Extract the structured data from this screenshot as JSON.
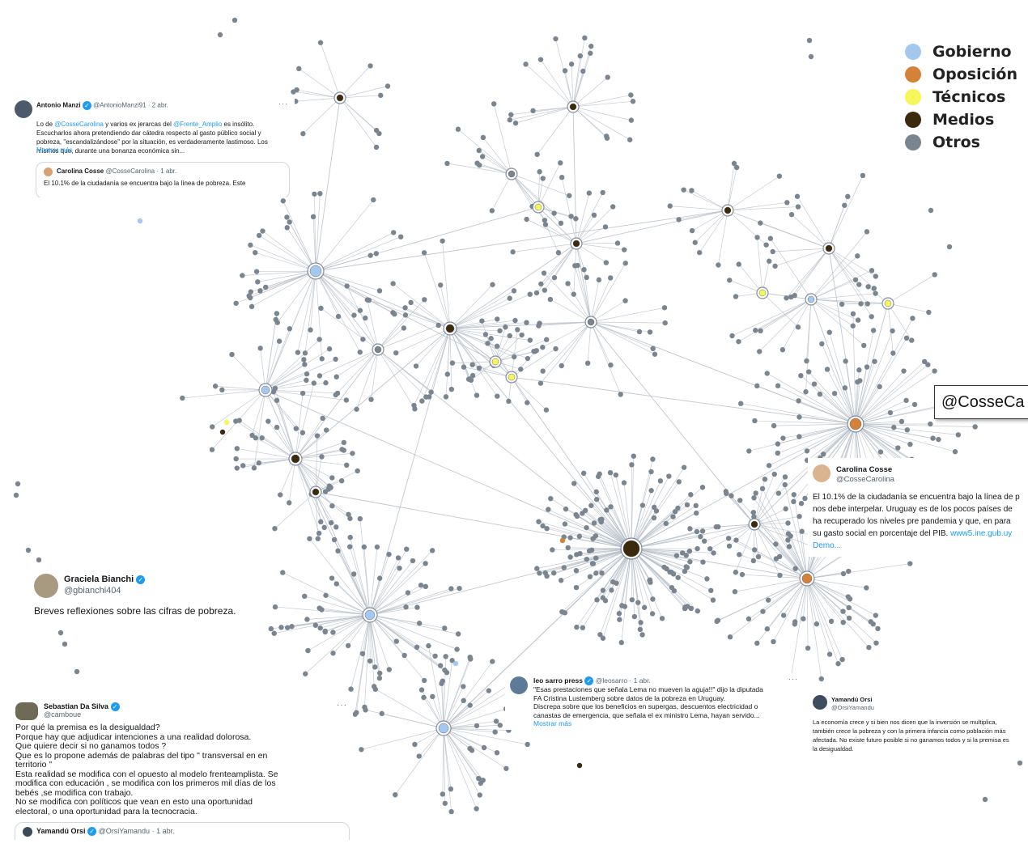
{
  "legend": {
    "items": [
      {
        "label": "Gobierno",
        "color": "#a5c8f0"
      },
      {
        "label": "Oposición",
        "color": "#d4823a"
      },
      {
        "label": "Técnicos",
        "color": "#f7f55a"
      },
      {
        "label": "Medios",
        "color": "#3b2a0c"
      },
      {
        "label": "Otros",
        "color": "#7a8592"
      }
    ]
  },
  "tooltip": {
    "text": "@CosseCa"
  },
  "colors": {
    "edge": "#b6bec8",
    "node_other": "#7a8592",
    "link": "#1d9bf0"
  },
  "tweets": {
    "manzi": {
      "name": "Antonio Manzi",
      "handle": "@AntonioManzi91",
      "date": "· 2 abr.",
      "more_icon": "···",
      "body_prefix": "Lo de ",
      "mention1": "@CosseCarolina",
      "body_mid": "  y varios ex jerarcas del ",
      "mention2": "@Frente_Amplio",
      "body_rest": " es insólito. Escucharlos ahora pretendiendo dar cátedra respecto al gasto público social y pobreza, \"escandalizándose\" por la situación, es verdaderamente lastimoso. Los mismos que, durante una bonanza económica sin...",
      "show_more": "Mostrar más",
      "quote": {
        "name": "Carolina Cosse",
        "handle": "@CosseCarolina",
        "date": "· 1 abr.",
        "text": "El 10.1% de la ciudadanía se encuentra bajo la línea de pobreza. Este"
      }
    },
    "bianchi": {
      "name": "Graciela Bianchi",
      "handle": "@gbianchi404",
      "body": "Breves reflexiones sobre las cifras de pobreza."
    },
    "dasilva": {
      "name": "Sebastian Da Silva",
      "handle": "@camboue",
      "more_icon": "···",
      "lines": [
        "Por qué la premisa es la desigualdad?",
        "Porque hay que adjudicar intenciones a una realidad dolorosa.",
        "Que quiere decir si no ganamos todos ?",
        "Que es lo propone además de palabras del tipo \" transversal en en",
        "territorio \"",
        "Esta realidad se modifica con el opuesto al modelo frenteamplista. Se",
        "modifica con educación , se modifica con los primeros mil días de los",
        "bebés ,se modifica con trabajo.",
        "No se modifica con políticos que vean en esto una oportunidad",
        "electoral, o una oportunidad para la tecnocracia."
      ],
      "quote": {
        "name": "Yamandú Orsi",
        "handle": "@OrsiYamandu",
        "date": "· 1 abr."
      }
    },
    "sarro": {
      "name": "leo sarro press",
      "handle": "@leosarro",
      "date": "· 1 abr.",
      "more_icon": "···",
      "lines": [
        "\"Esas prestaciones que señala Lema no mueven la aguja!!\" dijo la diputada",
        "FA Cristina Lustemberg sobre datos de la pobreza en Uruguay.",
        "Discrepa sobre que los beneficios en supergas, descuentos electricidad o",
        "canastas de emergencia, que señala el ex ministro Lema, hayan servido..."
      ],
      "show_more": "Mostrar más"
    },
    "cosse": {
      "name": "Carolina Cosse",
      "handle": "@CosseCarolina",
      "lines": [
        "El 10.1% de la ciudadanía se encuentra bajo la línea de p",
        "nos debe interpelar. Uruguay es de los pocos países de",
        "ha recuperado los niveles pre pandemia y que, en para",
        "su gasto social en porcentaje del PIB. "
      ],
      "link": "www5.ine.gub.uy",
      "more": "Demo..."
    },
    "orsi": {
      "name": "Yamandú Orsi",
      "handle": "@OrsiYamandu",
      "lines": [
        "La economía crece y si bien nos dicen que la inversión se multiplica,",
        "también crece la pobreza y con la primera infancia como población más",
        "afectada. No existe futuro posible si no ganamos todos y si la premisa es",
        "la desigualdad."
      ]
    }
  }
}
